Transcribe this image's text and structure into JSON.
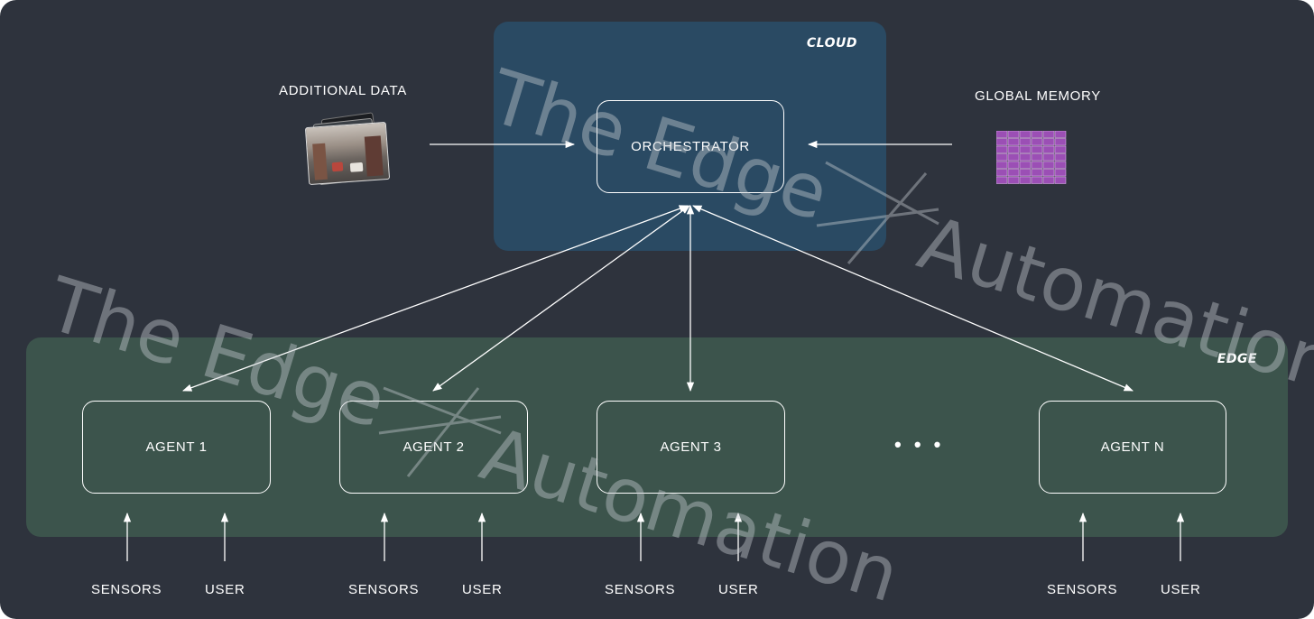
{
  "regions": {
    "cloud": {
      "label": "CLOUD"
    },
    "edge": {
      "label": "EDGE"
    }
  },
  "nodes": {
    "orchestrator": "ORCHESTRATOR",
    "agents": [
      "AGENT 1",
      "AGENT 2",
      "AGENT 3",
      "AGENT N"
    ],
    "ellipsis": "• • •"
  },
  "inputs": {
    "additional_data": "ADDITIONAL DATA",
    "global_memory": "GLOBAL MEMORY"
  },
  "agent_inputs": [
    {
      "sensors": "SENSORS",
      "user": "USER"
    },
    {
      "sensors": "SENSORS",
      "user": "USER"
    },
    {
      "sensors": "SENSORS",
      "user": "USER"
    },
    {
      "sensors": "SENSORS",
      "user": "USER"
    }
  ],
  "watermark": {
    "line1": "The Edge",
    "line2": "Automation"
  },
  "colors": {
    "background": "#2e333d",
    "cloud": "#2a4a63",
    "edge": "#3c544c",
    "memory_icon": "#9b4fb5"
  },
  "icons": {
    "additional_data": "photo-stack-icon",
    "global_memory": "memory-blocks-icon"
  }
}
